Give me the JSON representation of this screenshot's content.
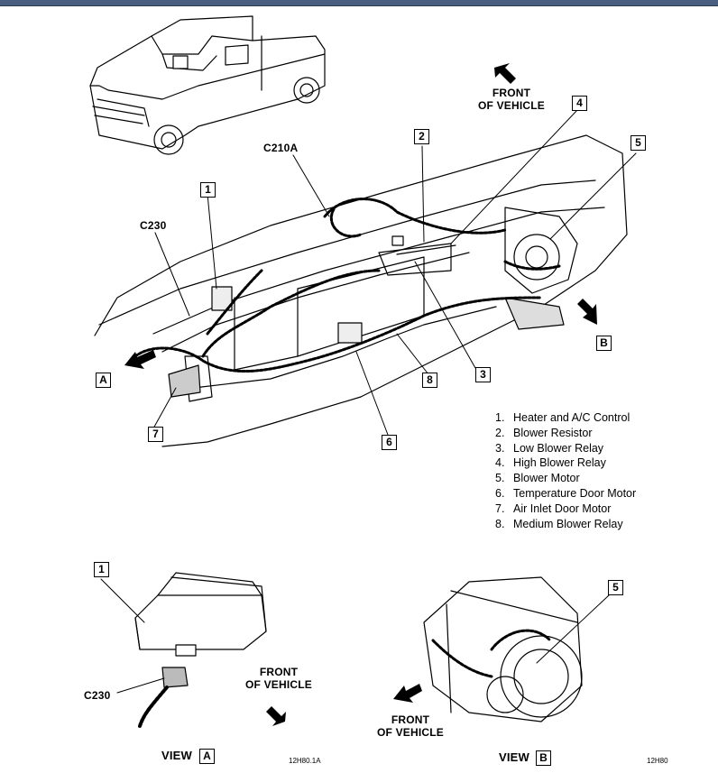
{
  "callout_connectors": {
    "c210a": "C210A",
    "c230_main": "C230",
    "c230_view_a": "C230"
  },
  "front_of_vehicle": {
    "main": [
      "FRONT",
      "OF VEHICLE"
    ],
    "view_a": [
      "FRONT",
      "OF VEHICLE"
    ],
    "view_b": [
      "FRONT",
      "OF VEHICLE"
    ]
  },
  "callout_boxes": {
    "n1": "1",
    "n2": "2",
    "n3": "3",
    "n4": "4",
    "n5": "5",
    "n6": "6",
    "n7": "7",
    "n8": "8",
    "a": "A",
    "b": "B",
    "view_a_n1": "1",
    "view_b_n5": "5",
    "view_a_box": "A",
    "view_b_box": "B"
  },
  "legend": [
    {
      "num": "1.",
      "text": "Heater and A/C Control"
    },
    {
      "num": "2.",
      "text": "Blower Resistor"
    },
    {
      "num": "3.",
      "text": "Low Blower Relay"
    },
    {
      "num": "4.",
      "text": "High Blower Relay"
    },
    {
      "num": "5.",
      "text": "Blower Motor"
    },
    {
      "num": "6.",
      "text": "Temperature Door Motor"
    },
    {
      "num": "7.",
      "text": "Air Inlet Door Motor"
    },
    {
      "num": "8.",
      "text": "Medium Blower Relay"
    }
  ],
  "views": {
    "view_a_label": "VIEW",
    "view_b_label": "VIEW"
  },
  "codes": {
    "view_a_code": "12H80.1A",
    "view_b_code": "12H80"
  }
}
